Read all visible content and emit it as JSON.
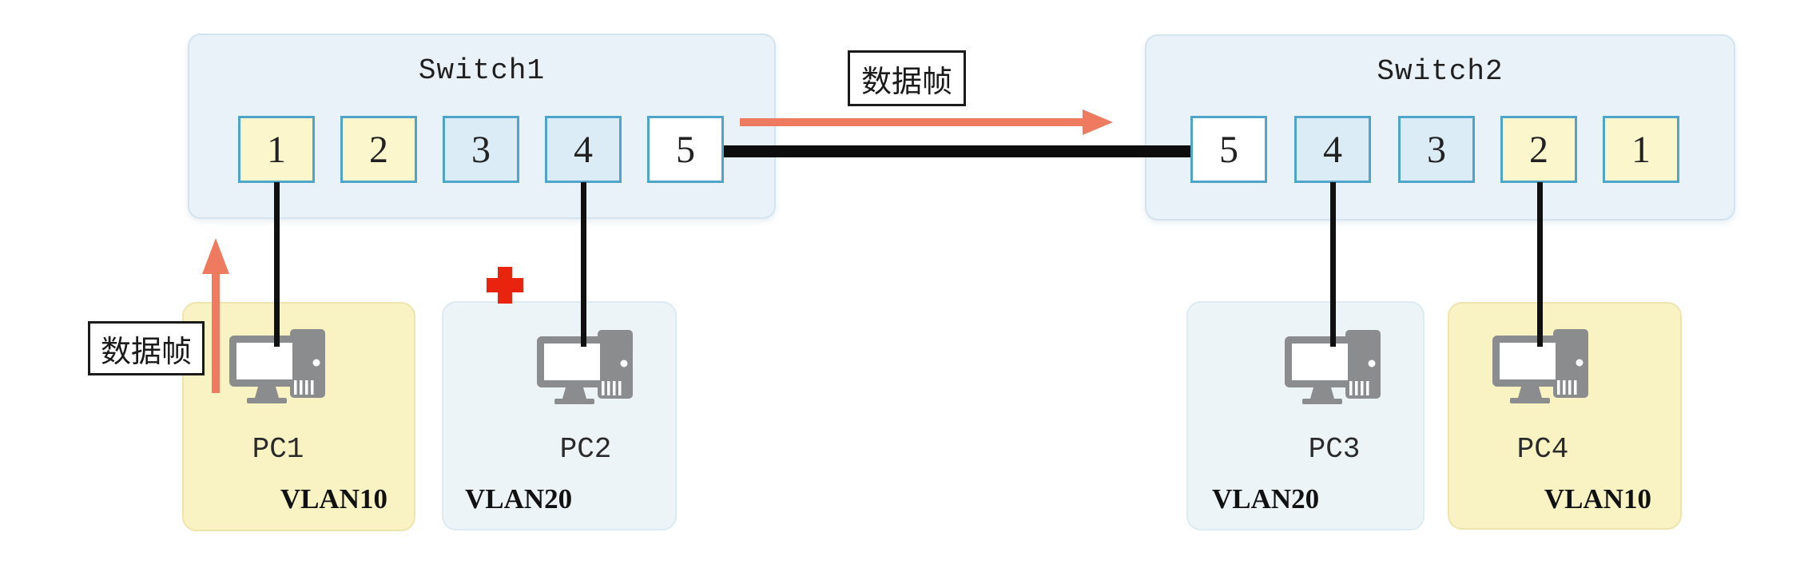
{
  "switch1": {
    "title": "Switch1",
    "ports": [
      {
        "label": "1",
        "vlan": "vlan10"
      },
      {
        "label": "2",
        "vlan": "vlan10"
      },
      {
        "label": "3",
        "vlan": "vlan20"
      },
      {
        "label": "4",
        "vlan": "vlan20"
      },
      {
        "label": "5",
        "vlan": "trunk"
      }
    ]
  },
  "switch2": {
    "title": "Switch2",
    "ports": [
      {
        "label": "5",
        "vlan": "trunk"
      },
      {
        "label": "4",
        "vlan": "vlan20"
      },
      {
        "label": "3",
        "vlan": "vlan20"
      },
      {
        "label": "2",
        "vlan": "vlan10"
      },
      {
        "label": "1",
        "vlan": "vlan10"
      }
    ]
  },
  "pcs": [
    {
      "name": "PC1",
      "vlan": "VLAN10"
    },
    {
      "name": "PC2",
      "vlan": "VLAN20"
    },
    {
      "name": "PC3",
      "vlan": "VLAN20"
    },
    {
      "name": "PC4",
      "vlan": "VLAN10"
    }
  ],
  "annotations": {
    "frame_label_left": "数据帧",
    "frame_label_middle": "数据帧"
  },
  "icons": {
    "computer": "computer-icon",
    "blocked": "red-cross-icon",
    "arrow_up": "data-frame-up-arrow",
    "arrow_right": "data-frame-right-arrow"
  },
  "colors": {
    "switch_fill": "#e9f2f9",
    "switch_border": "#d3e4ef",
    "port_border": "#4fa5c9",
    "port_vlan10_fill": "#fcf6cd",
    "port_vlan20_fill": "#dcecf7",
    "port_trunk_fill": "#ffffff",
    "pc_vlan10_fill": "#f9f3c4",
    "pc_vlan20_fill": "#edf4f8",
    "arrow": "#ee7a5f",
    "blocked_cross": "#e8230e",
    "cable": "#101010",
    "icon_gray": "#8b8c8e"
  }
}
